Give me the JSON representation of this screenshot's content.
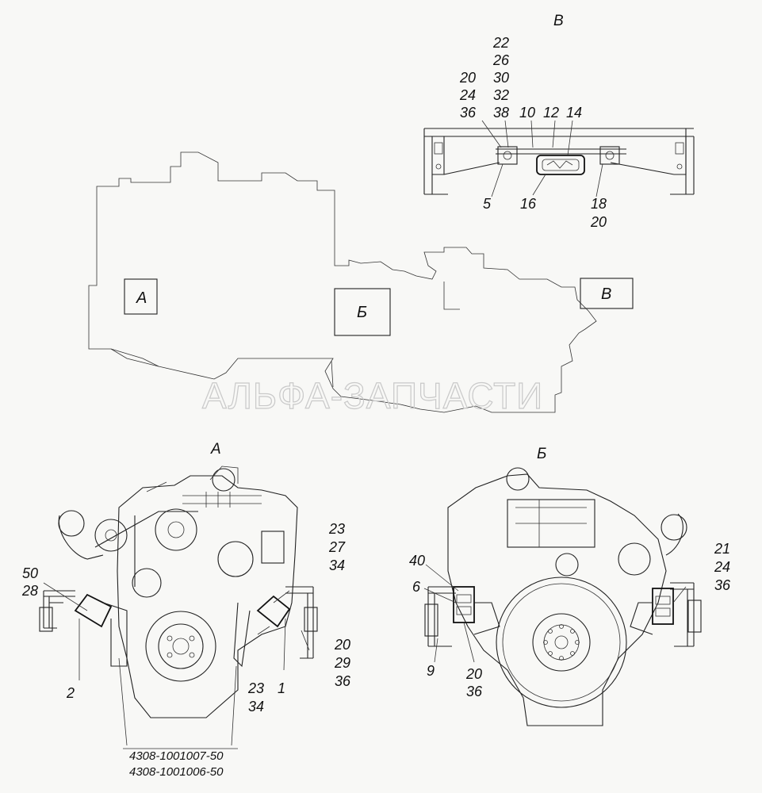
{
  "watermark": "АЛЬФА-ЗАПЧАСТИ",
  "zones": {
    "a": "А",
    "b": "Б",
    "v": "В"
  },
  "views": {
    "v": "В",
    "a": "А",
    "b": "Б"
  },
  "callouts_v": {
    "c22": "22",
    "c26": "26",
    "c30": "30",
    "c32": "32",
    "c38": "38",
    "c20a": "20",
    "c24": "24",
    "c36": "36",
    "c10": "10",
    "c12": "12",
    "c14": "14",
    "c5": "5",
    "c16": "16",
    "c18": "18",
    "c20b": "20"
  },
  "callouts_a": {
    "c50": "50",
    "c28": "28",
    "c2": "2",
    "c23a": "23",
    "c27": "27",
    "c34a": "34",
    "c20": "20",
    "c29": "29",
    "c36": "36",
    "c23b": "23",
    "c34b": "34",
    "c1": "1"
  },
  "callouts_b": {
    "c40": "40",
    "c6": "6",
    "c9": "9",
    "c20": "20",
    "c36a": "36",
    "c21": "21",
    "c24": "24",
    "c36b": "36"
  },
  "part_numbers": {
    "p1": "4308-1001007-50",
    "p2": "4308-1001006-50"
  },
  "colors": {
    "line": "#222222",
    "watermark": "#c9c9c9",
    "background": "#f8f8f6"
  }
}
